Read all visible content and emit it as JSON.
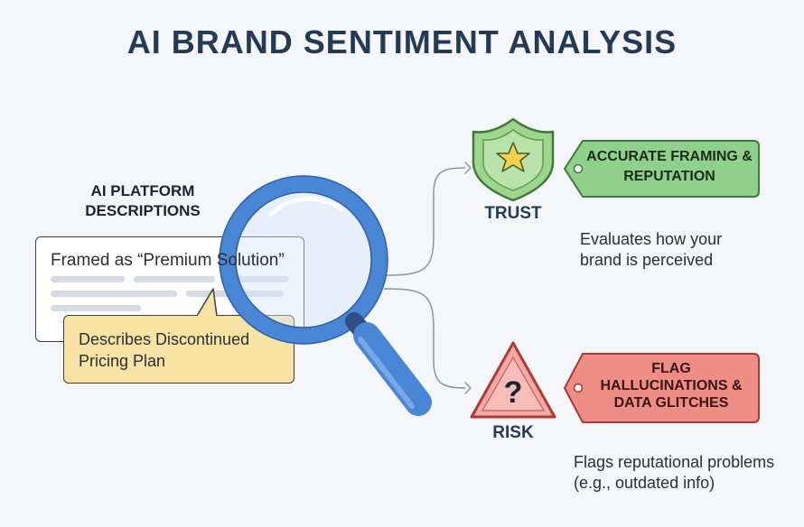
{
  "title": "AI BRAND SENTIMENT ANALYSIS",
  "source": {
    "heading": "AI PLATFORM DESCRIPTIONS",
    "document_text": "Framed as “Premium Solution”",
    "bubble_text": "Describes Discontinued Pricing Plan"
  },
  "trust": {
    "label": "TRUST",
    "tag": "ACCURATE FRAMING & REPUTATION",
    "description": "Evaluates how your brand is perceived",
    "icon": "shield-star-icon",
    "tag_color": "#8fd18a",
    "icon_color": "#9fd68e"
  },
  "risk": {
    "label": "RISK",
    "tag": "FLAG HALLUCINATIONS & DATA GLITCHES",
    "description": "Flags reputational problems (e.g., outdated info)",
    "icon": "warning-question-icon",
    "tag_color": "#ee8c86",
    "icon_color": "#f3aaa6"
  },
  "accent": "#4a86d6"
}
